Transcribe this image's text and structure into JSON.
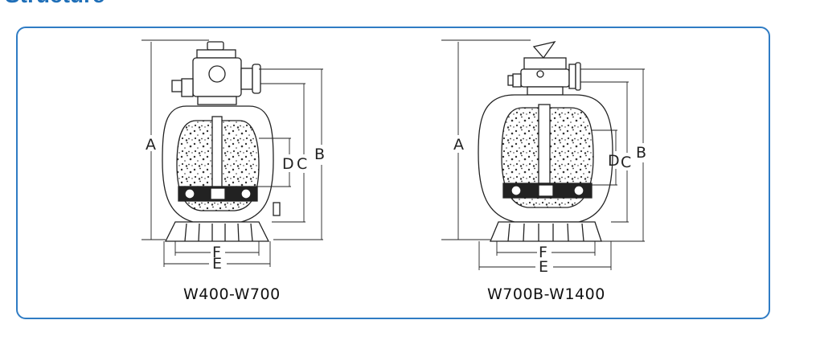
{
  "section": {
    "title": "Structure"
  },
  "colors": {
    "frame": "#2f7cc4",
    "heading": "#1f6fb8",
    "line": "#222222"
  },
  "filters": [
    {
      "model": "W400-W700",
      "dimension_labels": {
        "a": "A",
        "b": "B",
        "c": "C",
        "d": "D",
        "e": "E",
        "f": "F"
      }
    },
    {
      "model": "W700B-W1400",
      "dimension_labels": {
        "a": "A",
        "b": "B",
        "c": "C",
        "d": "D",
        "e": "E",
        "f": "F"
      }
    }
  ]
}
